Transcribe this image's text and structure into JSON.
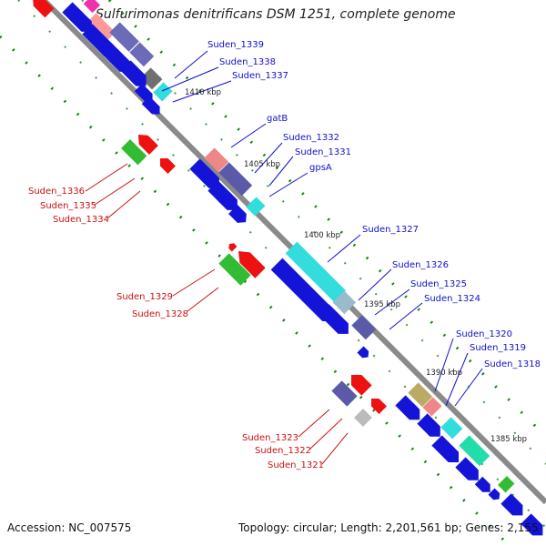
{
  "title": "Sulfurimonas denitrificans DSM 1251, complete genome",
  "accession": "Accession: NC_007575",
  "topology": "Topology: circular; Length: 2,201,561 bp; Genes: 2,155",
  "colors": {
    "forward_label": "#1010cc",
    "reverse_label": "#cc1010",
    "backbone": "#8a8a8a",
    "tick": "#118811"
  },
  "kbp_markers": [
    "1410 kbp",
    "1405 kbp",
    "1400 kbp",
    "1395 kbp",
    "1390 kbp",
    "1385 kbp"
  ],
  "forward_labels": [
    "Suden_1339",
    "Suden_1338",
    "Suden_1337",
    "gatB",
    "Suden_1332",
    "Suden_1331",
    "gpsA",
    "Suden_1327",
    "Suden_1326",
    "Suden_1325",
    "Suden_1324",
    "Suden_1320",
    "Suden_1319",
    "Suden_1318"
  ],
  "reverse_labels": [
    "Suden_1336",
    "Suden_1335",
    "Suden_1334",
    "Suden_1329",
    "Suden_1328",
    "Suden_1323",
    "Suden_1322",
    "Suden_1321"
  ]
}
